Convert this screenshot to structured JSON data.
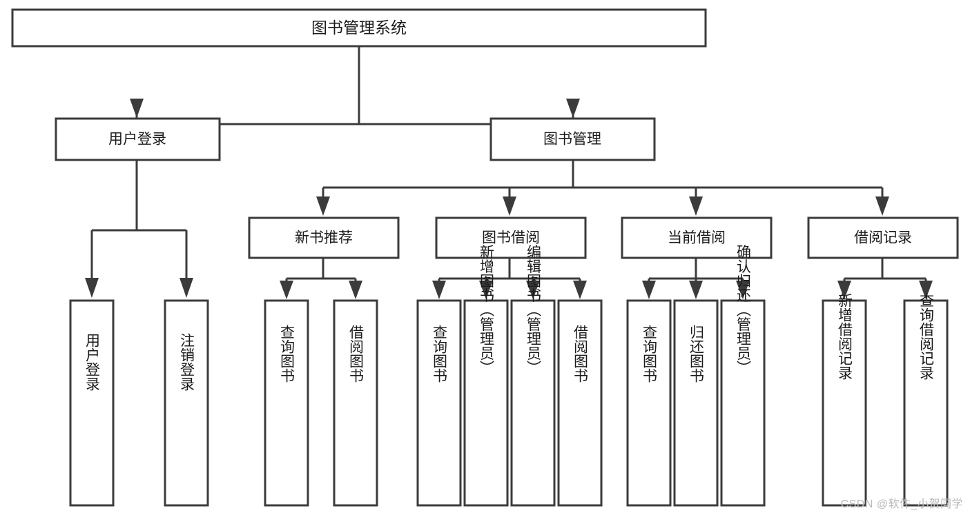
{
  "diagram": {
    "type": "tree-hierarchy-flowchart",
    "title": "图书管理系统",
    "orientation": "top-down",
    "root": {
      "id": "root",
      "label": "图书管理系统"
    },
    "level2": [
      {
        "id": "user-login",
        "label": "用户登录"
      },
      {
        "id": "book-management",
        "label": "图书管理"
      }
    ],
    "level3": [
      {
        "id": "new-book-recommend",
        "label": "新书推荐",
        "parent": "book-management"
      },
      {
        "id": "book-borrow",
        "label": "图书借阅",
        "parent": "book-management"
      },
      {
        "id": "current-borrow",
        "label": "当前借阅",
        "parent": "book-management"
      },
      {
        "id": "borrow-record",
        "label": "借阅记录",
        "parent": "book-management"
      }
    ],
    "leaves": [
      {
        "id": "leaf-user-login",
        "label": "用户登录",
        "parent": "user-login"
      },
      {
        "id": "leaf-logout-login",
        "label": "注销登录",
        "parent": "user-login"
      },
      {
        "id": "leaf-query-book-1",
        "label": "查询图书",
        "parent": "new-book-recommend"
      },
      {
        "id": "leaf-borrow-book-1",
        "label": "借阅图书",
        "parent": "new-book-recommend"
      },
      {
        "id": "leaf-query-book-2",
        "label": "查询图书",
        "parent": "book-borrow"
      },
      {
        "id": "leaf-add-book",
        "label": "新增图书（管理员）",
        "parent": "book-borrow"
      },
      {
        "id": "leaf-edit-book",
        "label": "编辑图书（管理员）",
        "parent": "book-borrow"
      },
      {
        "id": "leaf-borrow-book-2",
        "label": "借阅图书",
        "parent": "book-borrow"
      },
      {
        "id": "leaf-query-book-3",
        "label": "查询图书",
        "parent": "current-borrow"
      },
      {
        "id": "leaf-return-book",
        "label": "归还图书",
        "parent": "current-borrow"
      },
      {
        "id": "leaf-confirm-return",
        "label": "确认归还（管理员）",
        "parent": "current-borrow"
      },
      {
        "id": "leaf-add-record",
        "label": "新增借阅记录",
        "parent": "borrow-record"
      },
      {
        "id": "leaf-query-record",
        "label": "查询借阅记录",
        "parent": "borrow-record"
      }
    ],
    "colors": {
      "box_stroke": "#3b3b3b",
      "box_fill": "#ffffff",
      "text": "#1b1b1b",
      "connector": "#3b3b3b",
      "background": "#ffffff",
      "watermark": "#b9b9b9"
    }
  },
  "watermark": {
    "text": "CSDN @软件_小贺同学"
  }
}
